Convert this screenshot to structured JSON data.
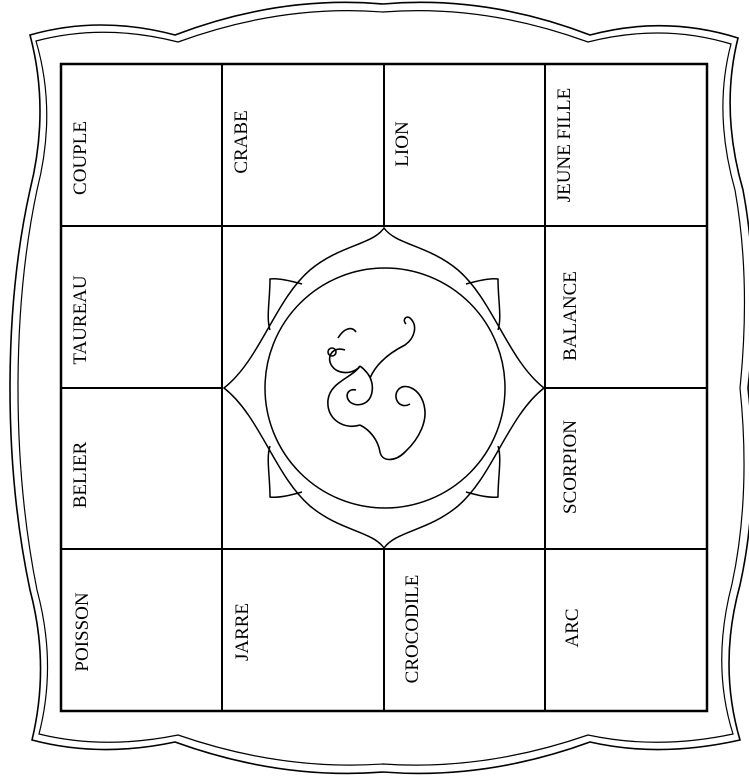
{
  "chart": {
    "cells": [
      {
        "id": "couple",
        "label": "COUPLE"
      },
      {
        "id": "crabe",
        "label": "CRABE"
      },
      {
        "id": "lion",
        "label": "LION"
      },
      {
        "id": "jeune-fille",
        "label": "JEUNE FILLE"
      },
      {
        "id": "taureau",
        "label": "TAUREAU"
      },
      {
        "id": "balance",
        "label": "BALANCE"
      },
      {
        "id": "belier",
        "label": "BELIER"
      },
      {
        "id": "scorpion",
        "label": "SCORPION"
      },
      {
        "id": "poisson",
        "label": "POISSON"
      },
      {
        "id": "jarre",
        "label": "JARRE"
      },
      {
        "id": "crocodile",
        "label": "CROCODILE"
      },
      {
        "id": "arc",
        "label": "ARC"
      }
    ],
    "center_symbol": "om-icon"
  },
  "colors": {
    "line": "#000000",
    "background": "#ffffff"
  }
}
